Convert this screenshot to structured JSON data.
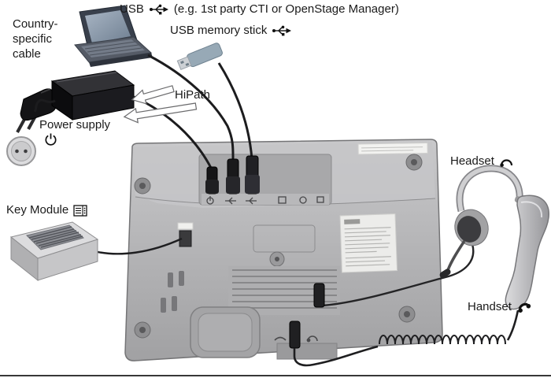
{
  "labels": {
    "usb": "USB",
    "usb_note": "(e.g. 1st party CTI or OpenStage Manager)",
    "usb_memory_stick": "USB memory stick",
    "country_specific_cable": "Country-specific cable",
    "power_supply": "Power supply",
    "hipath": "HiPath",
    "key_module": "Key Module",
    "headset": "Headset",
    "handset": "Handset"
  },
  "icons": {
    "usb": "usb-trident-icon",
    "power": "power-standby-icon",
    "key_module": "key-module-icon",
    "headset": "headset-icon",
    "handset": "handset-icon"
  },
  "colors": {
    "text": "#1a1a1a",
    "phone_body": "#b2b2b4",
    "cable": "#1c1c1e",
    "sticker": "#ececea",
    "background": "#ffffff"
  }
}
